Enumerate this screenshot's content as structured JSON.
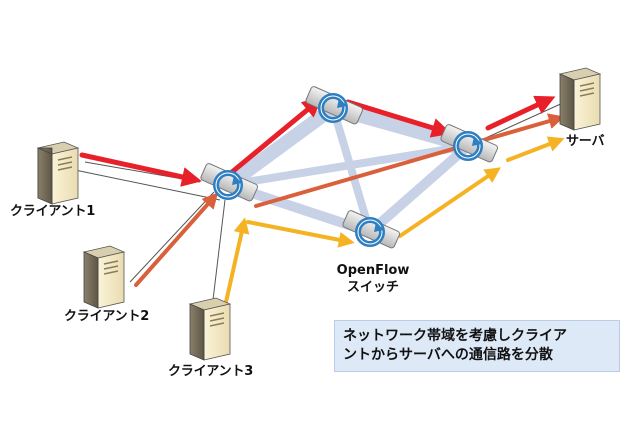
{
  "nodes": {
    "client1": {
      "label": "クライアント1"
    },
    "client2": {
      "label": "クライアント2"
    },
    "client3": {
      "label": "クライアント3"
    },
    "server": {
      "label": "サーバ"
    },
    "openflow_switch": {
      "line1": "OpenFlow",
      "line2": "スイッチ"
    }
  },
  "caption": {
    "line1": "ネットワーク帯域を考慮しクライア",
    "line2": "ントからサーバへの通信路を分散"
  },
  "colors": {
    "red_path": "#e8202a",
    "orange_path": "#d9603a",
    "yellow_path": "#f5b324",
    "link_band": "#c8d2e6",
    "switch_ring": "#2d7fc1",
    "caption_bg": "#dde9f7"
  },
  "icons": {
    "computer": "tower-computer-icon",
    "switch": "openflow-switch-icon"
  }
}
